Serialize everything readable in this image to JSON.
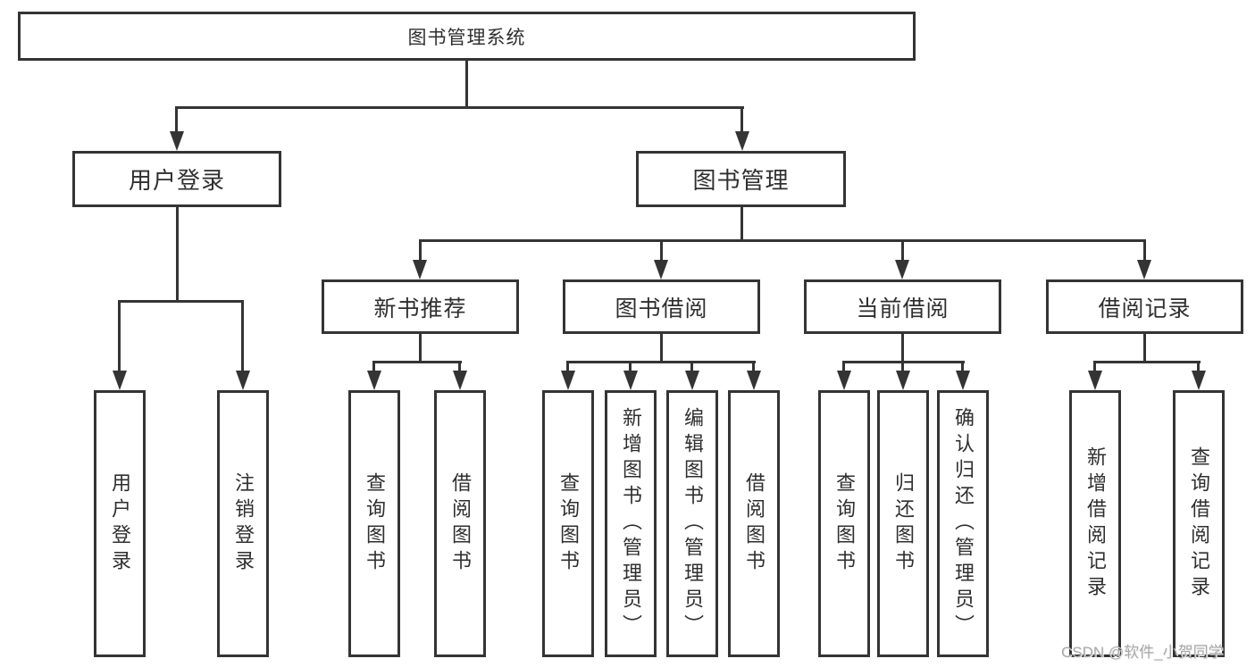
{
  "diagram": {
    "root": {
      "label": "图书管理系统"
    },
    "level1": [
      {
        "label": "用户登录",
        "children": [
          "用户登录",
          "注销登录"
        ]
      },
      {
        "label": "图书管理"
      }
    ],
    "level2": [
      {
        "label": "新书推荐",
        "children": [
          "查询图书",
          "借阅图书"
        ]
      },
      {
        "label": "图书借阅",
        "children": [
          "查询图书",
          "新增图书（管理员）",
          "编辑图书（管理员）",
          "借阅图书"
        ]
      },
      {
        "label": "当前借阅",
        "children": [
          "查询图书",
          "归还图书",
          "确认归还（管理员）"
        ]
      },
      {
        "label": "借阅记录",
        "children": [
          "新增借阅记录",
          "查询借阅记录"
        ]
      }
    ],
    "watermark": "CSDN @软件_小贺同学",
    "colors": {
      "line": "#343434",
      "text": "#2f2f2f",
      "watermark": "#a9a9a9",
      "background": "#ffffff"
    }
  }
}
